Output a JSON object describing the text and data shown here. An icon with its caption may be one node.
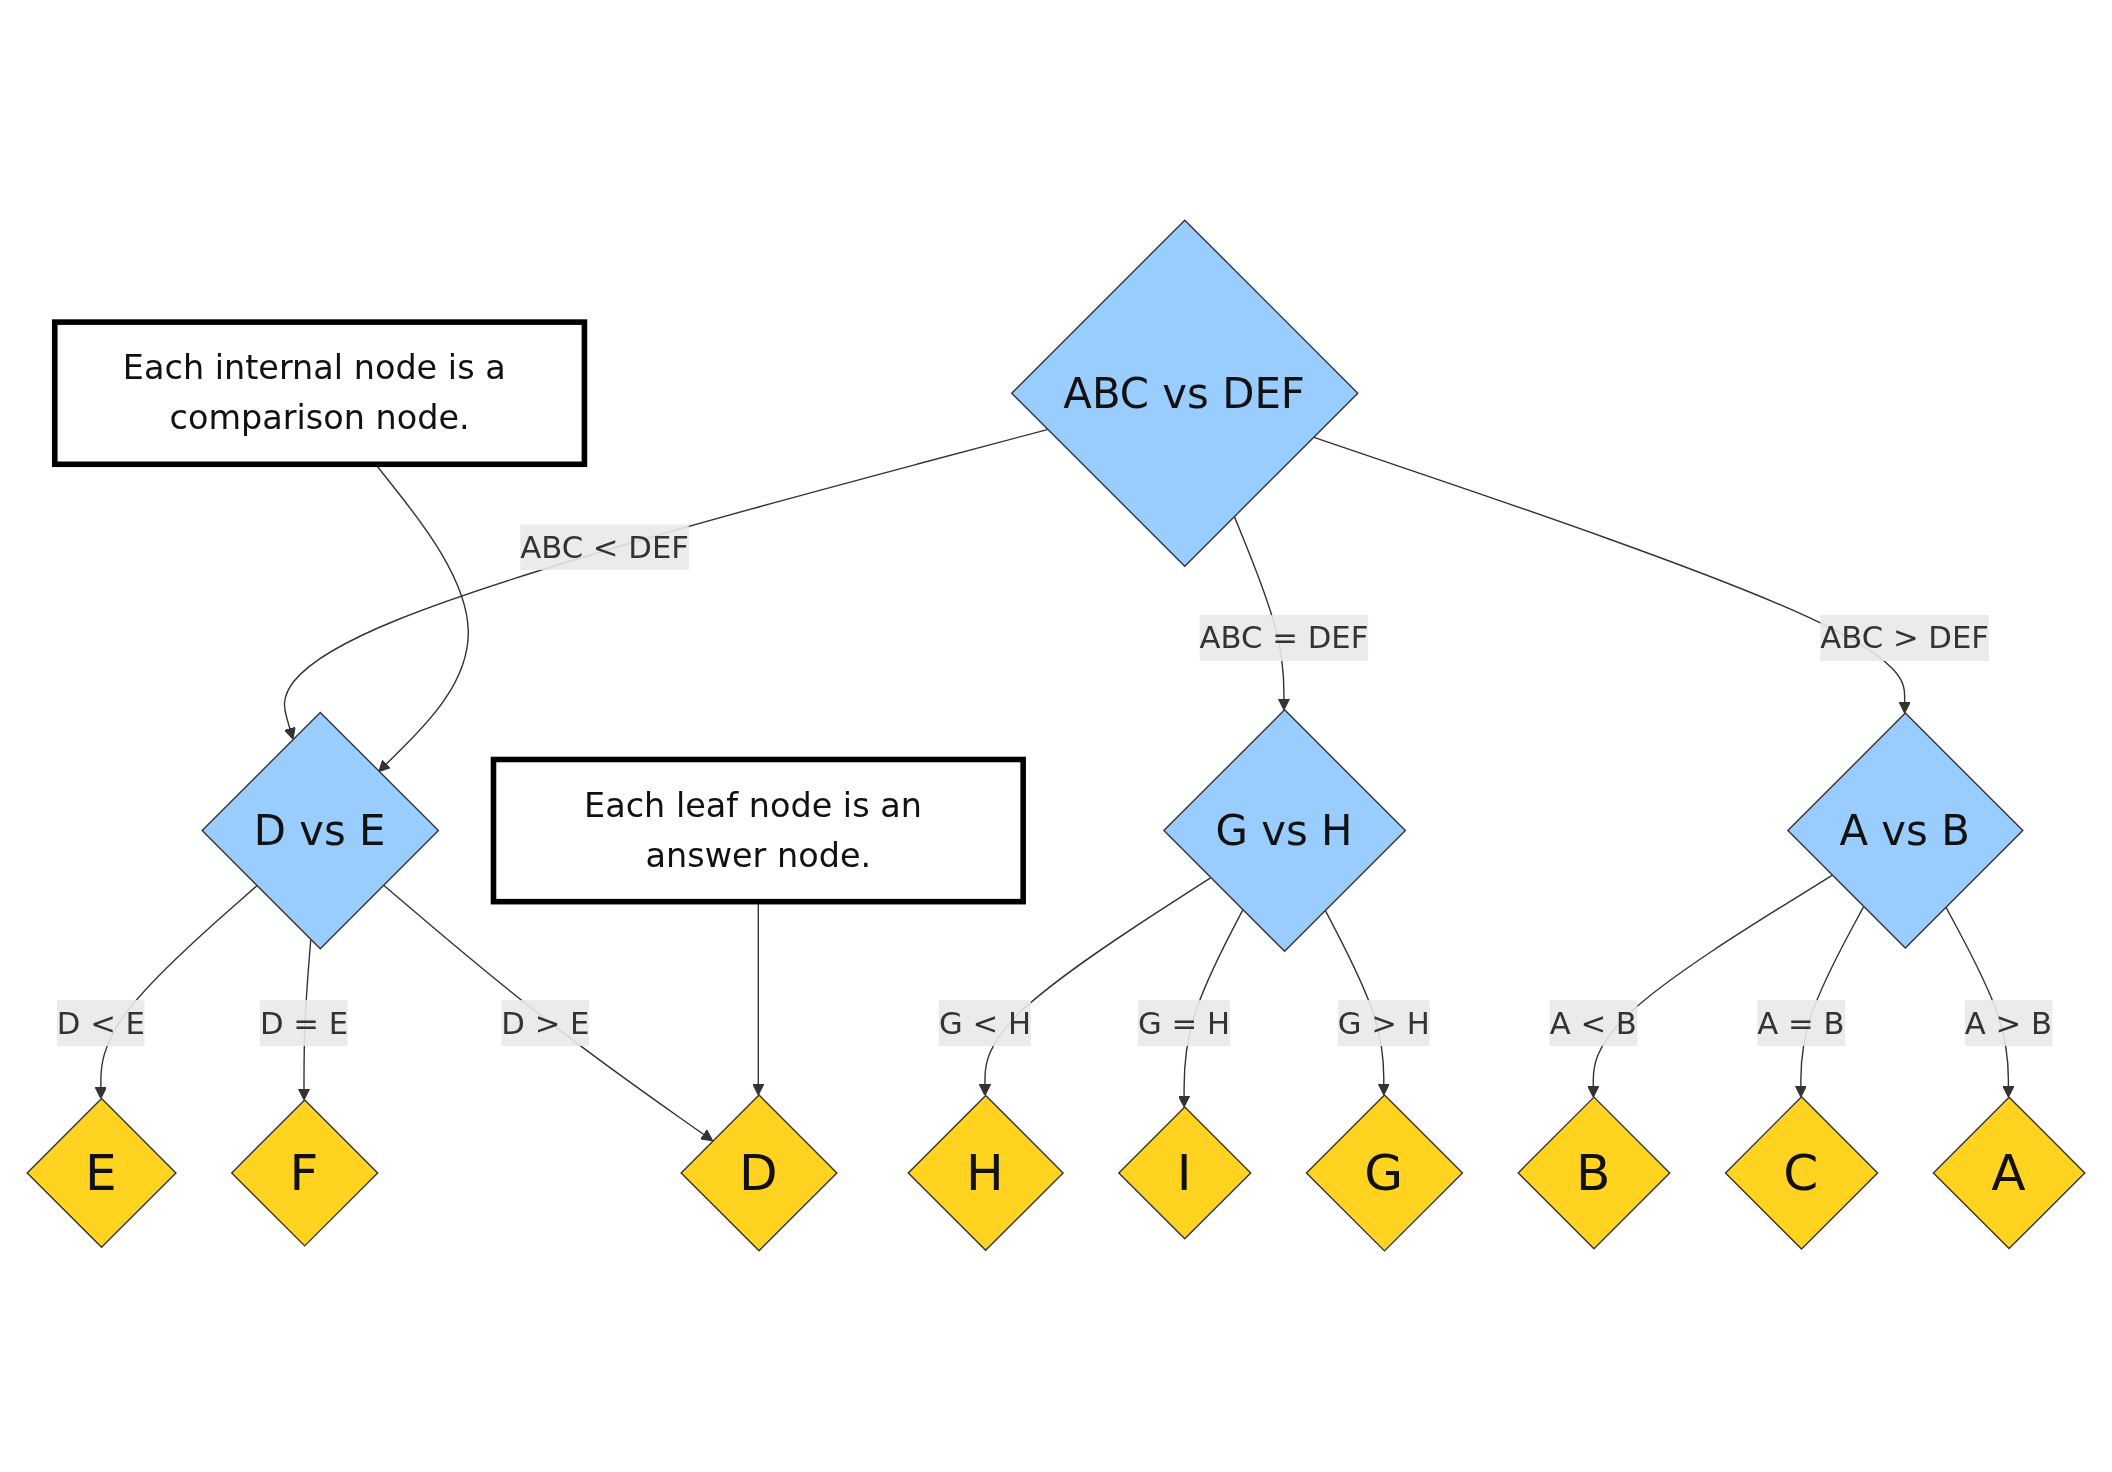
{
  "diagram": {
    "nodes": [
      {
        "text": [
          "ABC vs DEF"
        ]
      },
      {
        "text": [
          "Each internal node is a comparison node."
        ]
      },
      {
        "text": [
          "D vs E"
        ]
      },
      {
        "text": [
          "G vs H"
        ]
      },
      {
        "text": [
          "A vs B"
        ]
      },
      {
        "text": [
          "E"
        ]
      },
      {
        "text": [
          "F"
        ]
      },
      {
        "text": [
          "D"
        ]
      },
      {
        "text": [
          "H"
        ]
      },
      {
        "text": [
          "I"
        ]
      },
      {
        "text": [
          "G"
        ]
      },
      {
        "text": [
          "B"
        ]
      },
      {
        "text": [
          "C"
        ]
      },
      {
        "text": [
          "A"
        ]
      },
      {
        "text": [
          "Each leaf node is an answer node."
        ]
      }
    ],
    "edges": [
      {
        "from": 0,
        "to": 2,
        "arrow": "to",
        "label": "ABC < DEF"
      },
      {
        "from": 0,
        "to": 3,
        "arrow": "to",
        "label": "ABC = DEF"
      },
      {
        "from": 0,
        "to": 4,
        "arrow": "to",
        "label": "ABC > DEF"
      },
      {
        "from": 1,
        "to": 2,
        "arrow": "to"
      },
      {
        "from": 2,
        "to": 5,
        "arrow": "to",
        "label": "D < E"
      },
      {
        "from": 2,
        "to": 6,
        "arrow": "to",
        "label": "D = E"
      },
      {
        "from": 2,
        "to": 7,
        "arrow": "to",
        "label": "D > E"
      },
      {
        "from": 3,
        "to": 8,
        "arrow": "to",
        "label": "G < H"
      },
      {
        "from": 3,
        "to": 9,
        "arrow": "to",
        "label": "G = H"
      },
      {
        "from": 3,
        "to": 10,
        "arrow": "to",
        "label": "G > H"
      },
      {
        "from": 4,
        "to": 11,
        "arrow": "to",
        "label": "A < B"
      },
      {
        "from": 4,
        "to": 12,
        "arrow": "to",
        "label": "A = B"
      },
      {
        "from": 4,
        "to": 13,
        "arrow": "to",
        "label": "A > B"
      },
      {
        "from": 14,
        "to": 7,
        "arrow": "to"
      }
    ]
  }
}
